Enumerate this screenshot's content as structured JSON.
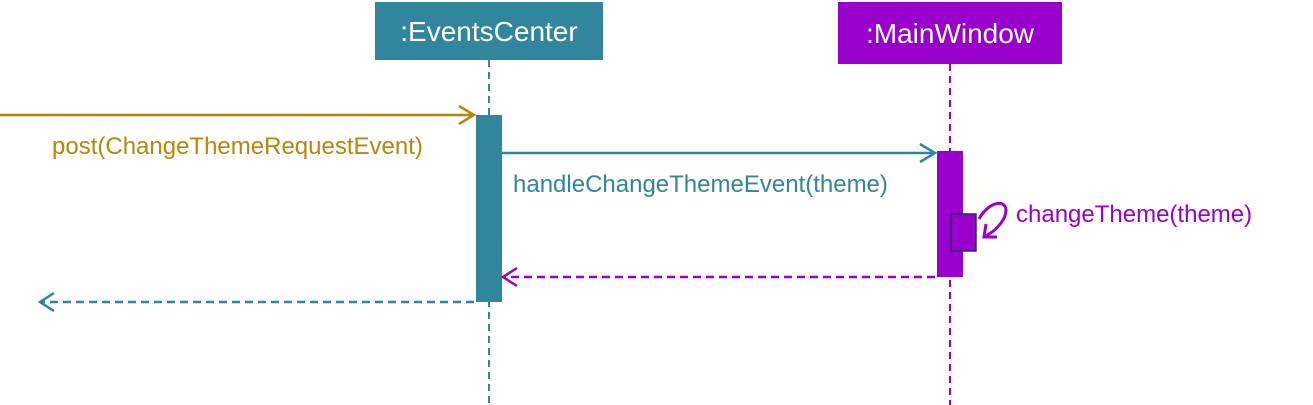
{
  "colors": {
    "events_center": "#31859c",
    "main_window": "#9900cc",
    "incoming": "#b8860b",
    "self_call_box": "#9900cc",
    "self_call_border": "#2b2b6b"
  },
  "participants": [
    {
      "id": "events_center",
      "label": ":EventsCenter"
    },
    {
      "id": "main_window",
      "label": ":MainWindow"
    }
  ],
  "messages": [
    {
      "id": "post",
      "label": "post(ChangeThemeRequestEvent)",
      "kind": "call"
    },
    {
      "id": "handle",
      "label": "handleChangeThemeEvent(theme)",
      "kind": "call"
    },
    {
      "id": "change",
      "label": "changeTheme(theme)",
      "kind": "self-call"
    },
    {
      "id": "return_main",
      "label": "",
      "kind": "return"
    },
    {
      "id": "return_events",
      "label": "",
      "kind": "return"
    }
  ]
}
